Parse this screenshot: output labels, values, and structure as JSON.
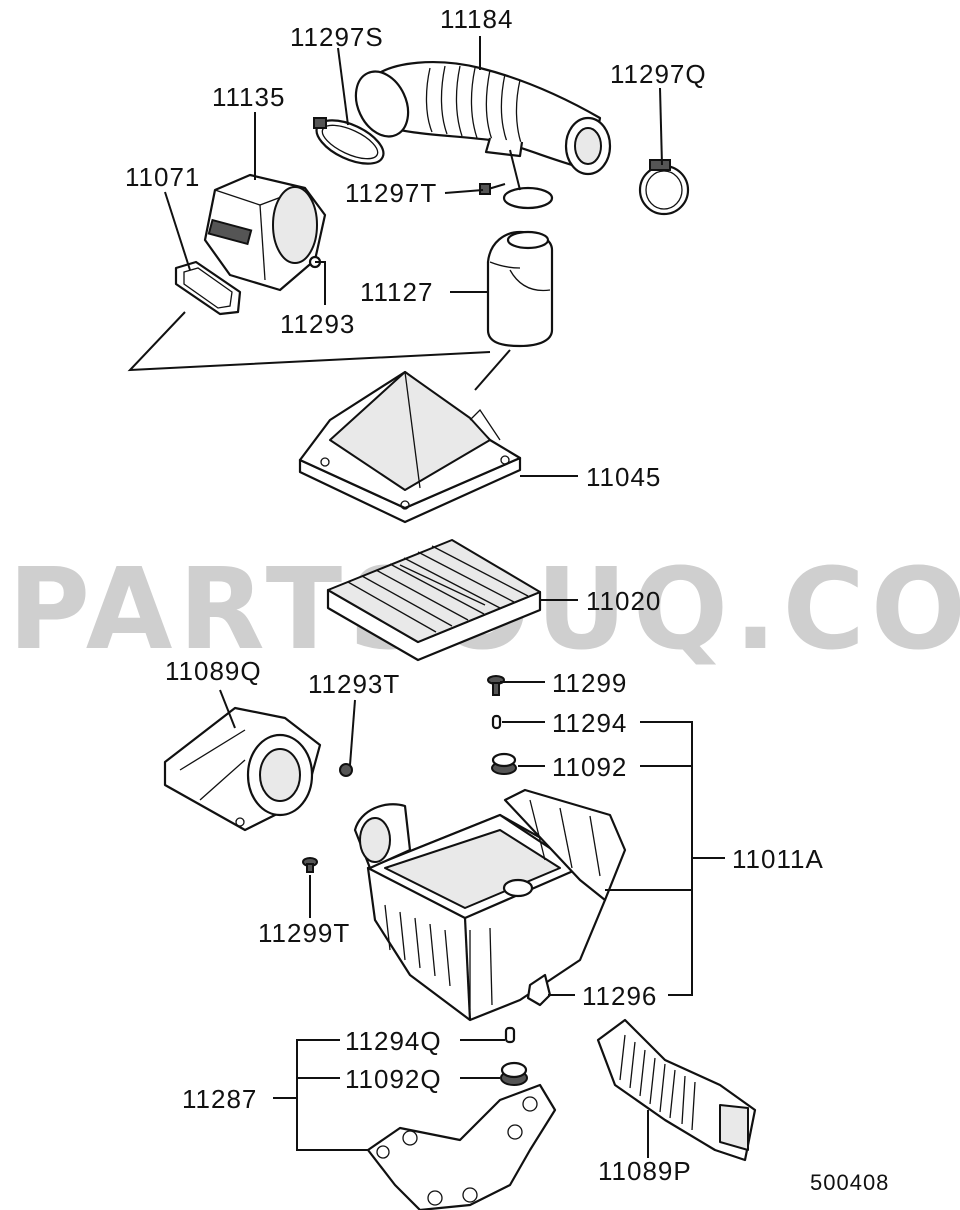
{
  "watermark": "PARTSOUQ.COM",
  "reference_code": "500408",
  "parts": {
    "p11184": "11184",
    "p11297S": "11297S",
    "p11297Q": "11297Q",
    "p11135": "11135",
    "p11071": "11071",
    "p11297T": "11297T",
    "p11127": "11127",
    "p11293": "11293",
    "p11045": "11045",
    "p11020": "11020",
    "p11089Q": "11089Q",
    "p11293T": "11293T",
    "p11299": "11299",
    "p11294": "11294",
    "p11092": "11092",
    "p11011A": "11011A",
    "p11299T": "11299T",
    "p11296": "11296",
    "p11294Q": "11294Q",
    "p11092Q": "11092Q",
    "p11287": "11287",
    "p11089P": "11089P"
  }
}
